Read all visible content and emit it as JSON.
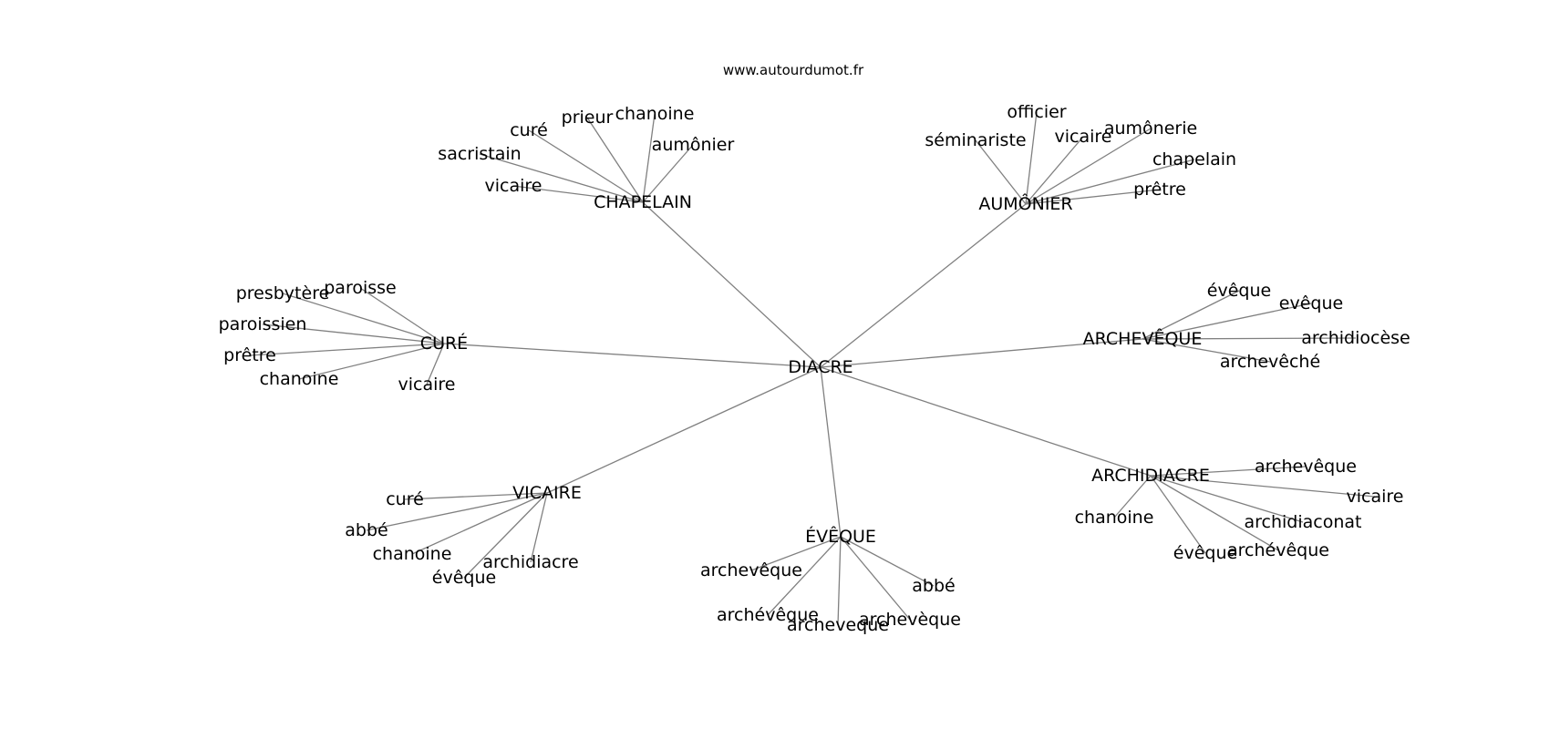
{
  "site_url": "www.autourdumot.fr",
  "colors": {
    "edge": "#808080",
    "text": "#000000",
    "background": "#ffffff"
  },
  "graph": {
    "center": "DIACRE",
    "clusters": [
      {
        "hub": "CHAPELAIN",
        "words": [
          "curé",
          "prieur",
          "chanoine",
          "aumônier",
          "sacristain",
          "vicaire"
        ]
      },
      {
        "hub": "AUMÔNIER",
        "words": [
          "officier",
          "séminariste",
          "vicaire",
          "aumônerie",
          "chapelain",
          "prêtre"
        ]
      },
      {
        "hub": "CURÉ",
        "words": [
          "presbytère",
          "paroisse",
          "paroissien",
          "prêtre",
          "chanoine",
          "vicaire"
        ]
      },
      {
        "hub": "ARCHEVÊQUE",
        "words": [
          "évêque",
          "evêque",
          "archidiocèse",
          "archevêché"
        ]
      },
      {
        "hub": "VICAIRE",
        "words": [
          "curé",
          "abbé",
          "chanoine",
          "archidiacre",
          "évêque"
        ]
      },
      {
        "hub": "ÉVÊQUE",
        "words": [
          "archevêque",
          "abbé",
          "archévêque",
          "archeveque",
          "archevèque"
        ]
      },
      {
        "hub": "ARCHIDIACRE",
        "words": [
          "archevêque",
          "vicaire",
          "archidiaconat",
          "chanoine",
          "évêque",
          "archévêque"
        ]
      }
    ]
  }
}
